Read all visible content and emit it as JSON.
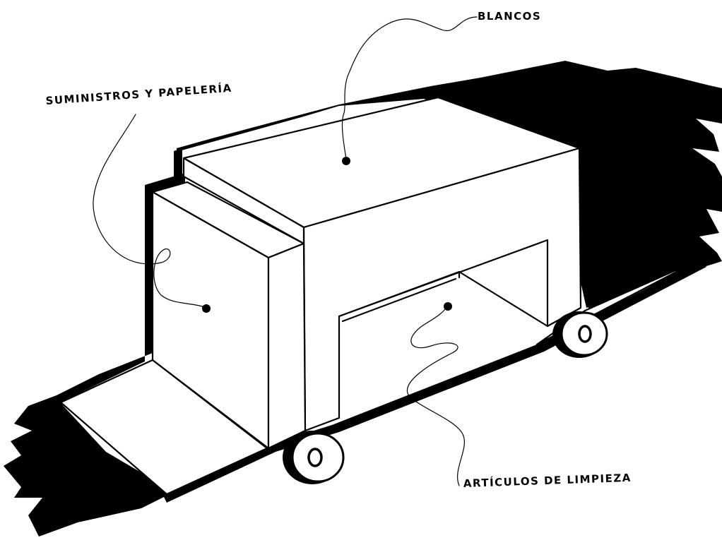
{
  "diagram": {
    "subject": "cart",
    "labels": {
      "top": "BLANCOS",
      "side": "SUMINISTROS Y PAPELERÍA",
      "bottom": "ARTÍCULOS DE LIMPIEZA"
    },
    "colors": {
      "ink": "#000000",
      "paper": "#ffffff"
    }
  }
}
